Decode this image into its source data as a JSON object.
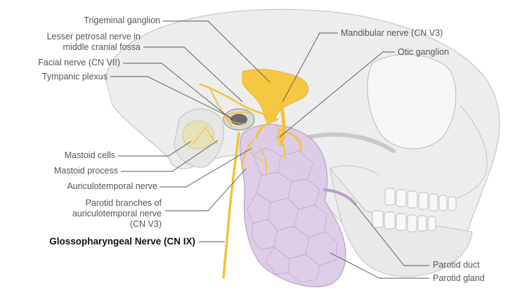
{
  "labels": {
    "trigeminal_ganglion": "Trigeminal ganglion",
    "lesser_petrosal_1": "Lesser petrosal nerve in",
    "lesser_petrosal_2": "middle cranial fossa",
    "facial_nerve": "Facial nerve (CN VII)",
    "tympanic_plexus": "Tympanic plexus",
    "mastoid_cells": "Mastoid cells",
    "mastoid_process": "Mastoid process",
    "auriculotemporal": "Auriculotemporal nerve",
    "parotid_branches_1": "Parotid branches of",
    "parotid_branches_2": "auriculotemporal nerve",
    "parotid_branches_3": "(CN V3)",
    "glossopharyngeal": "Glossopharyngeal Nerve (CN IX)",
    "mandibular_nerve": "Mandibular nerve (CN V3)",
    "otic_ganglion": "Otic ganglion",
    "parotid_duct": "Parotid duct",
    "parotid_gland": "Parotid gland"
  },
  "colors": {
    "bone": "#ececec",
    "bone_stroke": "#c4c4c4",
    "nerve": "#f2c23a",
    "gland": "#d9c8e3",
    "gland_stroke": "#b49cc4",
    "leader": "#555555"
  }
}
